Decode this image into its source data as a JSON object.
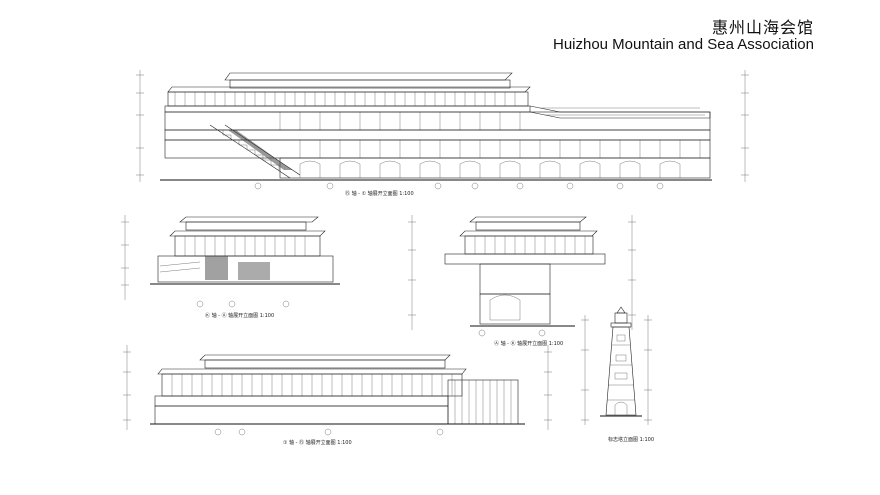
{
  "header": {
    "title_cn": "惠州山海会馆",
    "title_en": "Huizhou Mountain and Sea Association"
  },
  "drawings": [
    {
      "id": "main-elevation",
      "caption": "⑮ 轴 - ① 轴展开立面图  1:100"
    },
    {
      "id": "left-elevation",
      "caption": "Ⓚ 轴 - Ⓐ 轴展开立面图  1:100"
    },
    {
      "id": "side-elevation",
      "caption": "Ⓐ 轴 - Ⓚ 轴展开立面图  1:100"
    },
    {
      "id": "bottom-elevation",
      "caption": "① 轴 - ⑮ 轴展开立面图  1:100"
    },
    {
      "id": "lighthouse",
      "caption": "标志塔立面图  1:100"
    }
  ],
  "colors": {
    "line": "#222222",
    "background": "#ffffff"
  }
}
